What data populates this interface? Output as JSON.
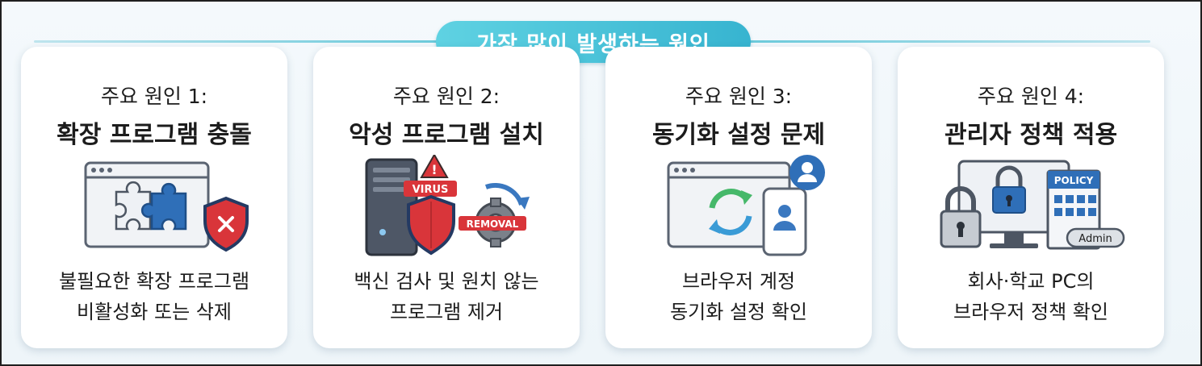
{
  "header": {
    "title": "가장 많이 발생하는 원인"
  },
  "cards": [
    {
      "cause": "주요 원인 1:",
      "title": "확장 프로그램 충돌",
      "desc": [
        "불필요한 확장 프로그램",
        "비활성화 또는 삭제"
      ],
      "icons": [
        "browser-window-icon",
        "puzzle-piece-icon",
        "shield-x-icon"
      ]
    },
    {
      "cause": "주요 원인 2:",
      "title": "악성 프로그램 설치",
      "desc": [
        "백신 검사 및 원치 않는",
        "프로그램 제거"
      ],
      "icons": [
        "computer-tower-icon",
        "warning-icon",
        "virus-shield-icon",
        "gear-refresh-icon"
      ],
      "labels": {
        "virus": "VIRUS",
        "removal": "REMOVAL"
      }
    },
    {
      "cause": "주요 원인 3:",
      "title": "동기화 설정 문제",
      "desc": [
        "브라우저 계정",
        "동기화 설정 확인"
      ],
      "icons": [
        "browser-window-icon",
        "sync-arrows-icon",
        "phone-user-icon",
        "user-badge-icon"
      ]
    },
    {
      "cause": "주요 원인 4:",
      "title": "관리자 정책 적용",
      "desc": [
        "회사·학교 PC의",
        "브라우저 정책 확인"
      ],
      "icons": [
        "monitor-icon",
        "padlock-icon",
        "policy-building-icon"
      ],
      "labels": {
        "policy": "POLICY",
        "admin": "Admin"
      }
    }
  ],
  "colors": {
    "accent": "#37b4d0",
    "shield_red": "#d9353a",
    "puzzle_blue": "#2f6fb8",
    "sync_green": "#46b86a",
    "sync_blue": "#3a9bd6"
  }
}
